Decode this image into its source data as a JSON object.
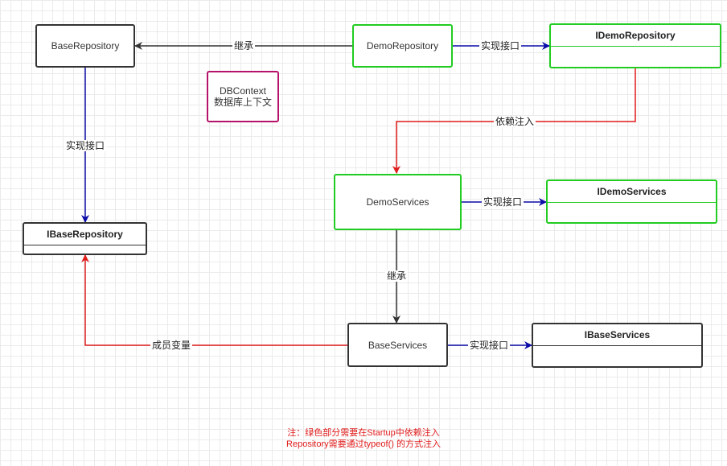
{
  "nodes": {
    "base_repository": "BaseRepository",
    "demo_repository": "DemoRepository",
    "idemo_repository": "IDemoRepository",
    "dbcontext_line1": "DBContext",
    "dbcontext_line2": "数据库上下文",
    "ibase_repository": "IBaseRepository",
    "demo_services": "DemoServices",
    "idemo_services": "IDemoServices",
    "base_services": "BaseServices",
    "ibase_services": "IBaseServices"
  },
  "edges": {
    "inherit_top": "继承",
    "implements_demo_repo": "实现接口",
    "implements_base_repo": "实现接口",
    "dependency_injection": "依赖注入",
    "implements_demo_services": "实现接口",
    "inherit_services": "继承",
    "member_variable": "成员变量",
    "implements_base_services": "实现接口"
  },
  "note": {
    "line1": "注：绿色部分需要在Startup中依赖注入",
    "line2": "Repository需要通过typeof() 的方式注入"
  },
  "colors": {
    "black": "#333333",
    "green": "#22cc22",
    "blue": "#0a0aa8",
    "red": "#e01b1b",
    "magenta": "#b5126a"
  }
}
